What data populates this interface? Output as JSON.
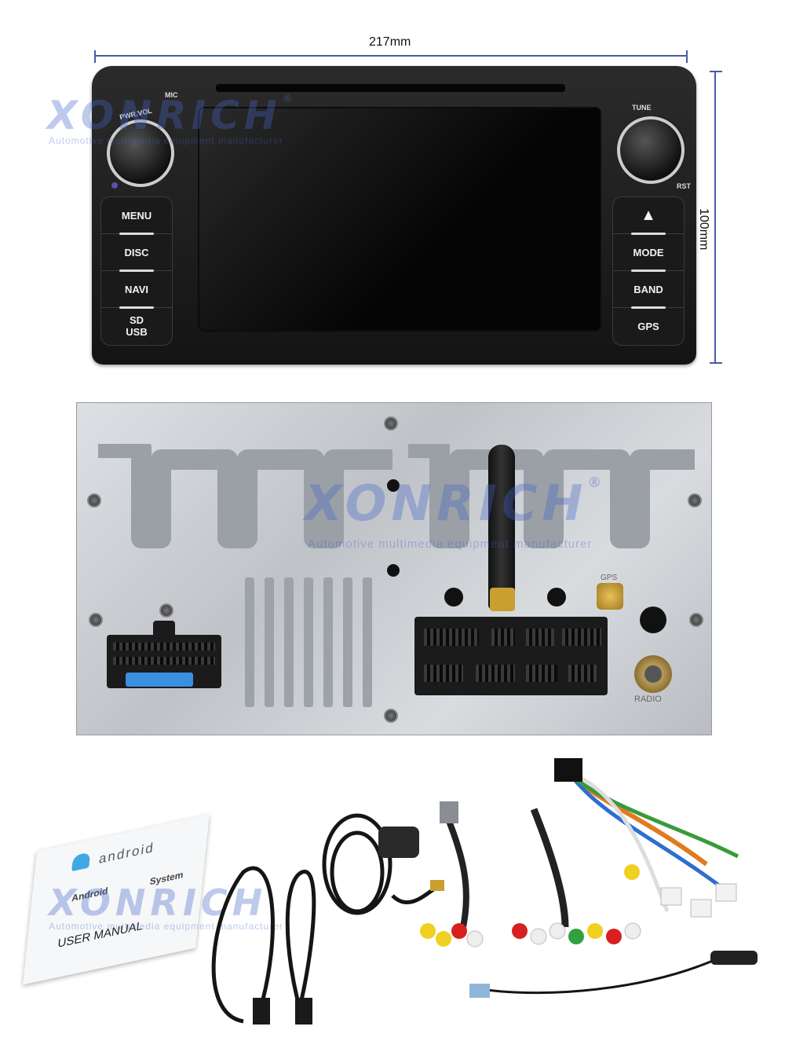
{
  "dimensions": {
    "width_label": "217mm",
    "height_label": "100mm"
  },
  "watermark": {
    "brand": "XONRICH",
    "registered": "®",
    "tagline": "Automotive multimedia equipment manufacturer"
  },
  "head_unit": {
    "mic_label": "MIC",
    "volume_label": "PWR.VOL",
    "tune_label": "TUNE",
    "reset_label": "RST",
    "left_buttons": [
      "MENU",
      "DISC",
      "NAVI",
      "SD USB"
    ],
    "right_buttons": [
      "▲",
      "MODE",
      "BAND",
      "GPS"
    ]
  },
  "back_panel": {
    "gps_label": "GPS",
    "radio_label": "RADIO"
  },
  "manual": {
    "os_logo": "android",
    "title_line": "Android System",
    "heading": "USER MANUAL"
  },
  "colors": {
    "dimension_line": "#4a5aa8",
    "unit_body": "#1c1c1c",
    "panel": "#c9ccd0",
    "fuse": "#3a8fe0"
  }
}
